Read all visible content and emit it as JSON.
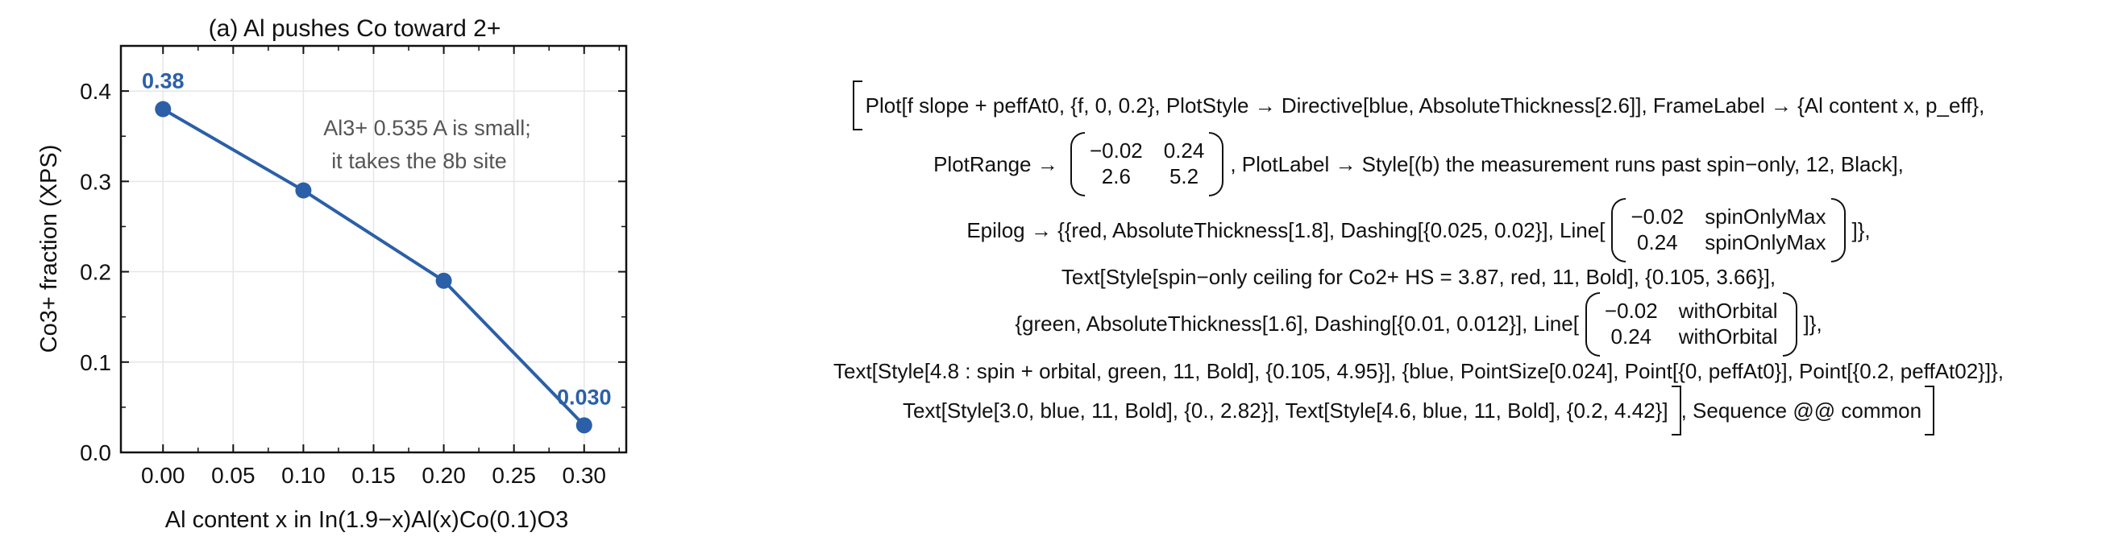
{
  "chart_data": {
    "type": "line",
    "title": "(a) Al pushes Co toward 2+",
    "xlabel": "Al content x in In(1.9−x)Al(x)Co(0.1)O3",
    "ylabel": "Co3+ fraction (XPS)",
    "x": [
      0.0,
      0.1,
      0.2,
      0.3
    ],
    "series": [
      {
        "values": [
          0.38,
          0.29,
          0.19,
          0.03
        ]
      }
    ],
    "xlim": [
      -0.03,
      0.33
    ],
    "ylim": [
      0.0,
      0.45
    ],
    "xticks": [
      "0.00",
      "0.05",
      "0.10",
      "0.15",
      "0.20",
      "0.25",
      "0.30"
    ],
    "yticks": [
      "0.0",
      "0.1",
      "0.2",
      "0.3",
      "0.4"
    ],
    "grid": true,
    "data_labels": [
      {
        "x": 0.0,
        "y": 0.38,
        "text": "0.38"
      },
      {
        "x": 0.3,
        "y": 0.03,
        "text": "0.030"
      }
    ],
    "annotation": {
      "line1": "Al3+ 0.535 A is small;",
      "line2": "it takes the 8b site"
    },
    "colors": {
      "series": "#2b5fa8",
      "annotation": "#555555",
      "grid": "#e6e6e6"
    }
  },
  "code_panel": {
    "line1": "Plot[f slope + peffAt0, {f, 0, 0.2}, PlotStyle → Directive[blue, AbsoluteThickness[2.6]], FrameLabel → {Al content x, p_eff},",
    "line2_prefix": "PlotRange → ",
    "range_matrix": [
      "−0.02",
      "0.24",
      "2.6",
      "5.2"
    ],
    "line2_suffix": ", PlotLabel → Style[(b) the measurement runs past spin−only, 12, Black],",
    "line3_prefix": "Epilog → {{red, AbsoluteThickness[1.8], Dashing[{0.025, 0.02}], Line[",
    "spin_matrix": [
      "−0.02",
      "spinOnlyMax",
      "0.24",
      "spinOnlyMax"
    ],
    "line3_suffix": "]},",
    "line4": "Text[Style[spin−only ceiling for Co2+ HS = 3.87, red, 11, Bold], {0.105, 3.66}],",
    "line5_prefix": "{green, AbsoluteThickness[1.6], Dashing[{0.01, 0.012}], Line[",
    "orbital_matrix": [
      "−0.02",
      "withOrbital",
      "0.24",
      "withOrbital"
    ],
    "line5_suffix": "]},",
    "line6": "Text[Style[4.8 : spin + orbital, green, 11, Bold], {0.105, 4.95}], {blue, PointSize[0.024], Point[{0, peffAt0}], Point[{0.2, peffAt02}]},",
    "line7_text": "Text[Style[3.0, blue, 11, Bold], {0., 2.82}], Text[Style[4.6, blue, 11, Bold], {0.2, 4.42}]",
    "line7_suffix": ", Sequence @@ common"
  }
}
